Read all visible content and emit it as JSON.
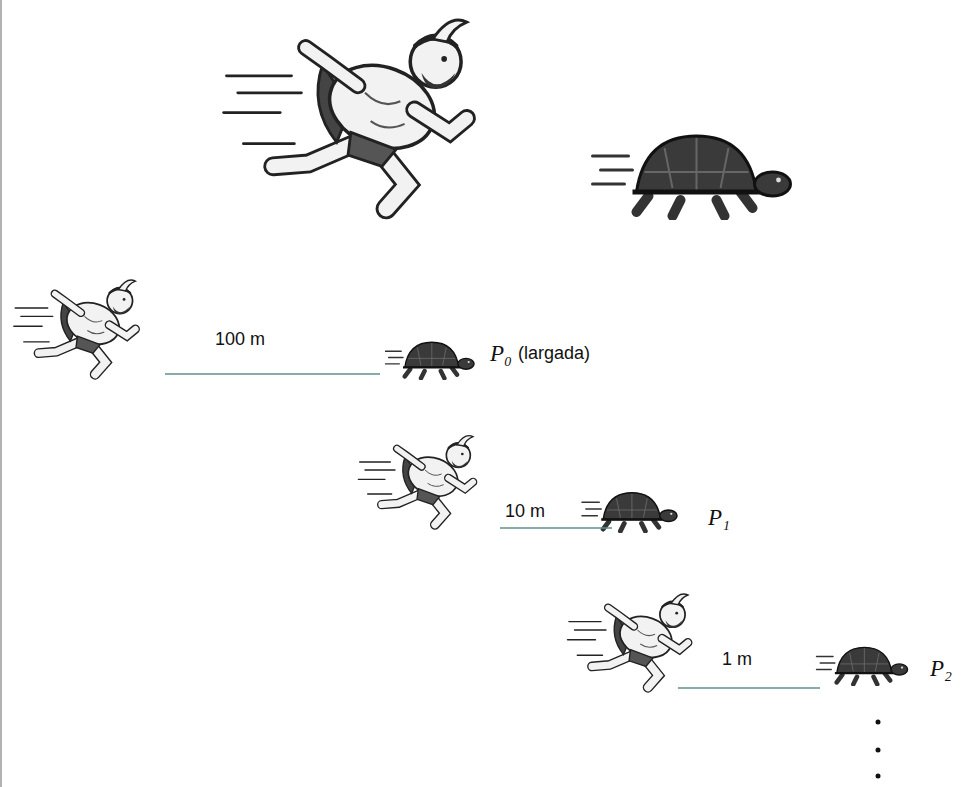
{
  "diagram": {
    "labels": [
      "100 m",
      "P₀",
      "(largada)",
      "10 m",
      "P₁",
      "1 m",
      "P₂"
    ]
  }
}
